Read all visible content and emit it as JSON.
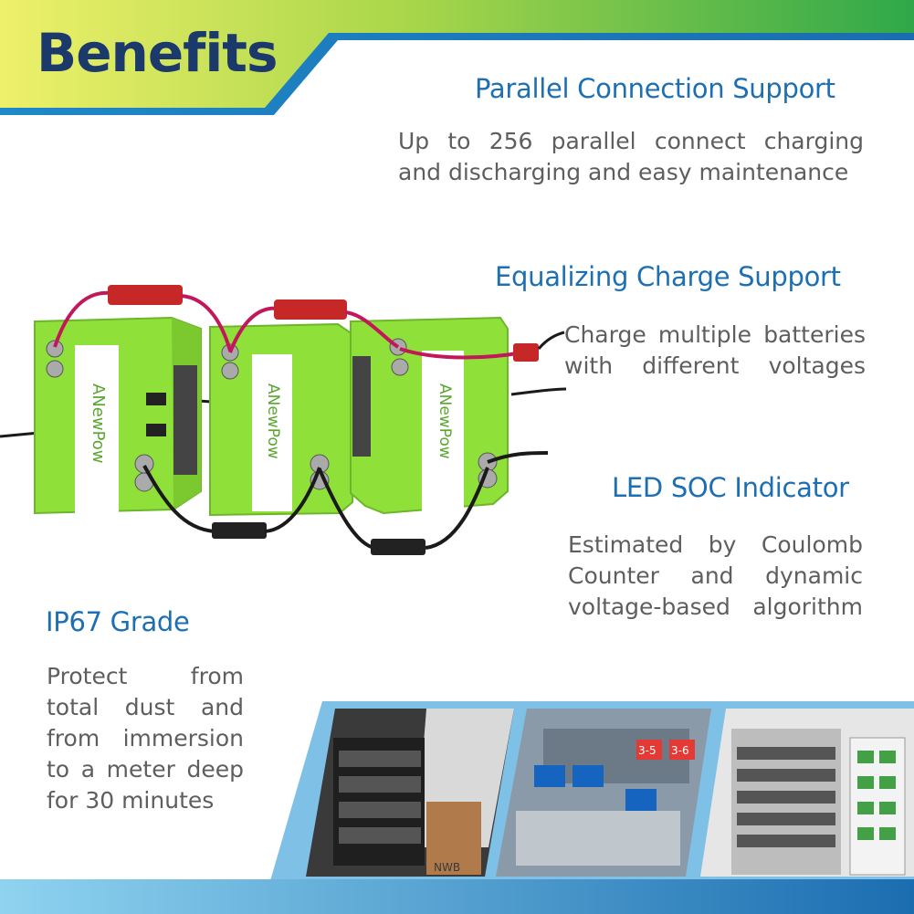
{
  "title": "Benefits",
  "features": {
    "parallel": {
      "heading": "Parallel Connection Support",
      "lines": [
        "Up to 256 parallel connect charging",
        "and discharging and easy maintenance"
      ]
    },
    "equalizing": {
      "heading": "Equalizing Charge Support",
      "lines": [
        "Charge multiple batteries",
        "with different voltages"
      ]
    },
    "led": {
      "heading": "LED SOC Indicator",
      "lines": [
        "Estimated by Coulomb",
        "Counter and dynamic",
        "voltage-based algorithm"
      ]
    },
    "ip67": {
      "heading": "IP67 Grade",
      "lines": [
        "Protect from",
        "total dust and",
        "from immersion",
        "to a meter deep",
        "for 30 minutes"
      ]
    }
  },
  "battery_brand": "ANewPow",
  "photo_labels": [
    "3-5",
    "3-6",
    "NWB"
  ],
  "colors": {
    "accent_blue": "#1d6fb3",
    "title_navy": "#1b3a6b",
    "battery_green": "#8fe13a",
    "band_green": "#6cc24a",
    "band_yellow": "#e8ec5a"
  }
}
